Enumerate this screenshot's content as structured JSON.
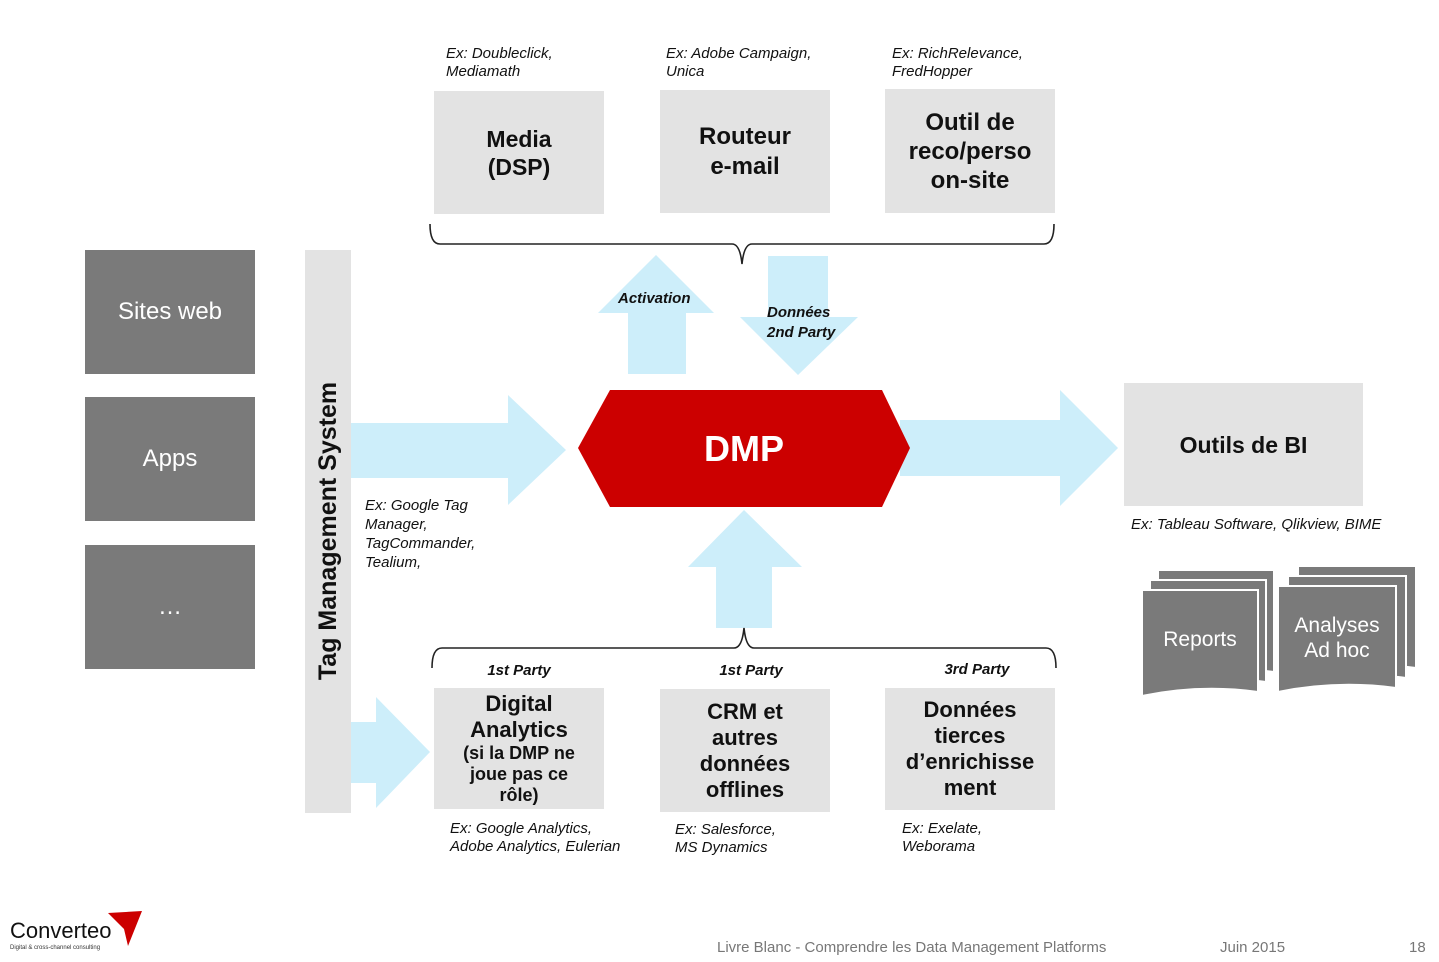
{
  "sources": {
    "sites_web": "Sites web",
    "apps": "Apps",
    "other": "…"
  },
  "tms": {
    "label": "Tag Management System",
    "examples": "Ex: Google Tag\nManager,\nTagCommander,\nTealium,"
  },
  "dmp": {
    "label": "DMP"
  },
  "activation_tools": {
    "media": {
      "label": "Media\n(DSP)",
      "examples": "Ex: Doubleclick,\nMediamath"
    },
    "routeur": {
      "label": "Routeur\ne-mail",
      "examples": "Ex: Adobe Campaign,\nUnica"
    },
    "outil": {
      "label": "Outil de\nreco/perso\non-site",
      "examples": "Ex: RichRelevance,\nFredHopper"
    }
  },
  "arrows": {
    "activation": "Activation",
    "donnees_2nd": "Données\n2nd Party"
  },
  "bi": {
    "label": "Outils de BI",
    "examples": "Ex: Tableau Software, Qlikview, BIME",
    "reports": "Reports",
    "analyses": "Analyses\nAd hoc"
  },
  "data_sources": {
    "digital": {
      "party": "1st Party",
      "title": "Digital\nAnalytics",
      "sub": "(si la DMP ne\njoue pas ce\nrôle)",
      "examples": "Ex: Google Analytics,\nAdobe Analytics, Eulerian"
    },
    "crm": {
      "party": "1st Party",
      "label": "CRM et\nautres\ndonnées\nofflines",
      "examples": "Ex: Salesforce,\nMS Dynamics"
    },
    "tierces": {
      "party": "3rd Party",
      "label": "Données\ntierces\nd’enrichisse\nment",
      "examples": "Ex: Exelate,\nWeborama"
    }
  },
  "footer": {
    "brand": "Converteo",
    "tagline": "Digital & cross-channel consulting",
    "doc_title": "Livre Blanc - Comprendre les Data Management Platforms",
    "date": "Juin 2015",
    "page": "18"
  },
  "colors": {
    "dmp_red": "#cc0000",
    "arrow_blue": "#cdeefa",
    "dark_box": "#7a7a7a",
    "light_box": "#e3e3e3"
  }
}
